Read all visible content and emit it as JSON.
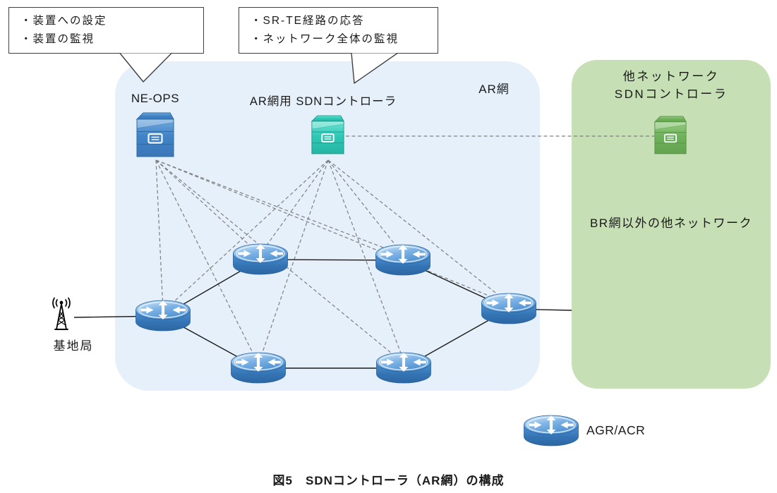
{
  "figure": {
    "caption": "図5　SDNコントローラ（AR網）の構成"
  },
  "callouts": {
    "ne_ops": {
      "line1": "・装置への設定",
      "line2": "・装置の監視"
    },
    "sdn_controller": {
      "line1": "・SR-TE経路の応答",
      "line2": "・ネットワーク全体の監視"
    }
  },
  "ar_network": {
    "region_label": "AR網",
    "ne_ops_label": "NE-OPS",
    "sdn_controller_label": "AR網用 SDNコントローラ"
  },
  "other_network": {
    "title_line1": "他ネットワーク",
    "title_line2": "SDNコントローラ",
    "description": "BR網以外の他ネットワーク"
  },
  "base_station": {
    "label": "基地局"
  },
  "legend": {
    "router_label": "AGR/ACR"
  },
  "icons": {
    "ne_ops_server": "server-tower-blue",
    "ar_sdn_server": "server-tower-teal",
    "other_sdn_server": "server-tower-green",
    "router": "router-cylinder-blue",
    "base_station": "radio-tower"
  },
  "colors": {
    "ar_region_fill": "#E5F0FA",
    "other_region_fill": "#C6DFB5",
    "router_blue": "#3D82C4",
    "server_blue": "#4A8CCB",
    "server_teal": "#2FC4B2",
    "server_green": "#77B863",
    "solid_link": "#1A1A1A",
    "dashed_link": "#7F7F7F",
    "callout_border": "#404040"
  }
}
